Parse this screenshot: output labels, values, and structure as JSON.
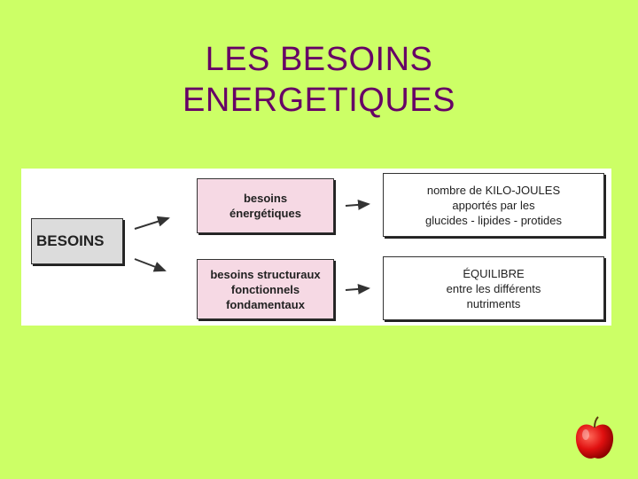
{
  "title": {
    "line1": "LES BESOINS",
    "line2": "ENERGETIQUES"
  },
  "diagram": {
    "root": "BESOINS",
    "energetic": {
      "line1": "besoins",
      "line2": "énergétiques"
    },
    "structural": {
      "line1": "besoins structuraux",
      "line2": "fonctionnels",
      "line3": "fondamentaux"
    },
    "kilojoules": {
      "line1": "nombre de KILO-JOULES",
      "line2": "apportés par les",
      "line3": "glucides - lipides - protides"
    },
    "equilibre": {
      "line1": "ÉQUILIBRE",
      "line2": "entre les différents",
      "line3": "nutriments"
    }
  },
  "colors": {
    "background": "#ccff66",
    "title": "#660066",
    "pink_box": "#f6d9e4",
    "grey_box": "#dcdcdc"
  },
  "icons": {
    "decoration": "apple-icon"
  }
}
